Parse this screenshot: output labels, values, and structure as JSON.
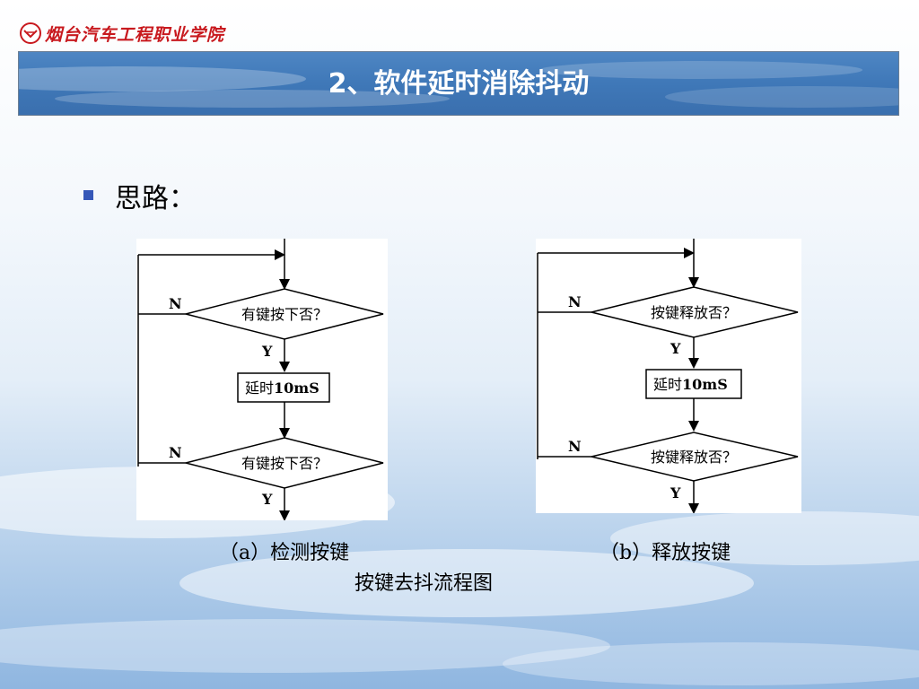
{
  "header": {
    "logo_text": "烟台汽车工程职业学院",
    "title": "2、软件延时消除抖动"
  },
  "body": {
    "bullet_text": "思路："
  },
  "flowchart_a": {
    "decision1": "有键按下否？",
    "process": "延时",
    "process_bold": "10mS",
    "decision2": "有键按下否？",
    "no_label": "N",
    "yes_label": "Y"
  },
  "flowchart_b": {
    "decision1": "按键释放否？",
    "process": "延时",
    "process_bold": "10mS",
    "decision2": "按键释放否？",
    "no_label": "N",
    "yes_label": "Y"
  },
  "captions": {
    "a": "（a）检测按键",
    "b": "（b）释放按键",
    "main": "按键去抖流程图"
  },
  "colors": {
    "banner": "#3f78b8",
    "logo_red": "#c8191e",
    "bullet": "#3557b8"
  }
}
